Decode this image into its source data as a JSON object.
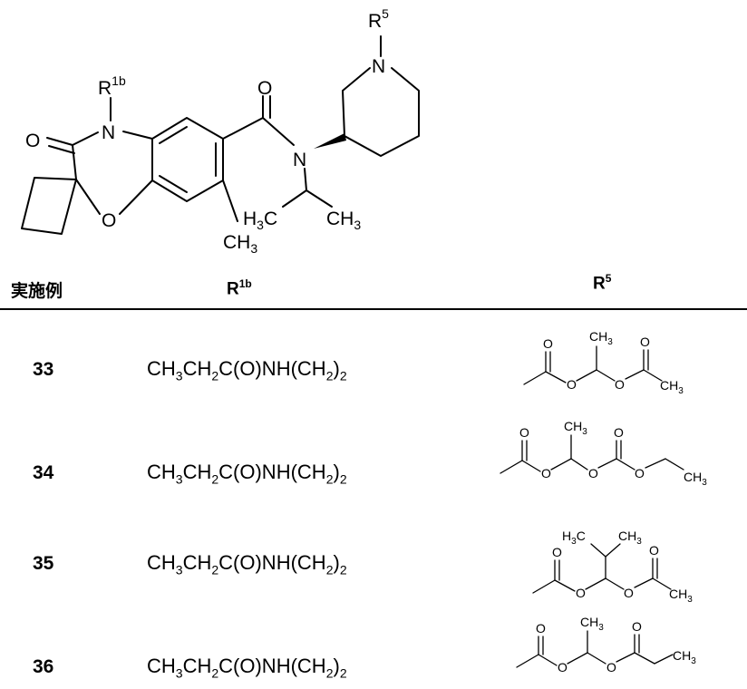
{
  "scaffold": {
    "atom_N_amine": "N",
    "atom_R1b_main": "R",
    "atom_R1b_sup": "1b",
    "atom_R5_main": "R",
    "atom_R5_sup": "5",
    "atom_O_ketone": "O",
    "atom_O_ring": "O",
    "atom_O_amide": "O",
    "atom_N_amide": "N",
    "atom_N_pip": "N",
    "isopropyl_left": "H",
    "isopropyl_left_c": "C",
    "isopropyl_right": "CH",
    "sub_3": "3",
    "methyl_label": "CH"
  },
  "table": {
    "header_example": "実施例",
    "header_r1b_main": "R",
    "header_r1b_sup": "1b",
    "header_r5_main": "R",
    "header_r5_sup": "5",
    "rows": [
      {
        "id": "33",
        "r1b": [
          "CH",
          "3",
          "CH",
          "2",
          "C(O)NH(CH",
          "2",
          ")",
          "2"
        ]
      },
      {
        "id": "34",
        "r1b": [
          "CH",
          "3",
          "CH",
          "2",
          "C(O)NH(CH",
          "2",
          ")",
          "2"
        ]
      },
      {
        "id": "35",
        "r1b": [
          "CH",
          "3",
          "CH",
          "2",
          "C(O)NH(CH",
          "2",
          ")",
          "2"
        ]
      },
      {
        "id": "36",
        "r1b": [
          "CH",
          "3",
          "CH",
          "2",
          "C(O)NH(CH",
          "2",
          ")",
          "2"
        ]
      }
    ],
    "r5_labels": {
      "O": "O",
      "CH": "CH",
      "sub3": "3",
      "H3C_H": "H",
      "H3C_C": "C"
    }
  }
}
